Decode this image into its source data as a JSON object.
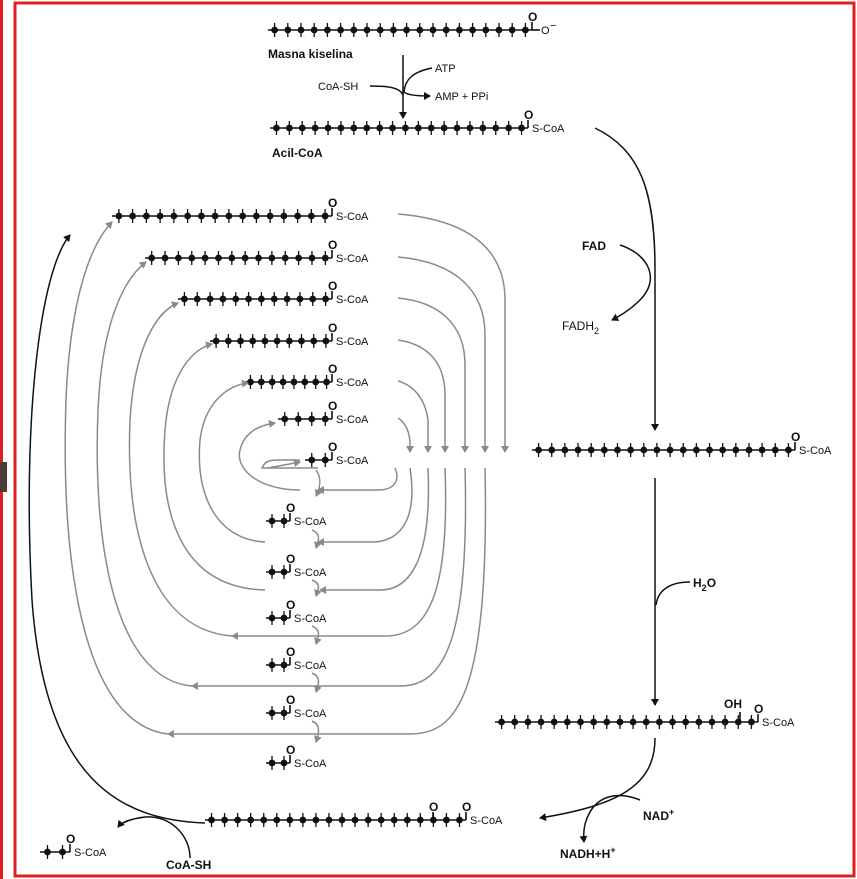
{
  "colors": {
    "border_red": "#e02020",
    "black": "#111111",
    "gray": "#8a8a8a"
  },
  "labels": {
    "fatty_acid": "Masna kiselina",
    "coa_sh_top": "CoA-SH",
    "atp": "ATP",
    "amp_ppi": "AMP + PPi",
    "acyl_coa": "Acil-CoA",
    "fad": "FAD",
    "fadh2": "FADH",
    "fadh2_sub": "2",
    "h2o_h": "H",
    "h2o_sub": "2",
    "h2o_o": "O",
    "oh": "OH",
    "nad": "NAD",
    "nad_sup": "+",
    "nadh": "NADH+H",
    "nadh_sup": "+",
    "coa_sh_bottom": "CoA-SH",
    "s_coa": "S-CoA",
    "o_minus": "O",
    "minus": "−",
    "oxygen": "O"
  }
}
